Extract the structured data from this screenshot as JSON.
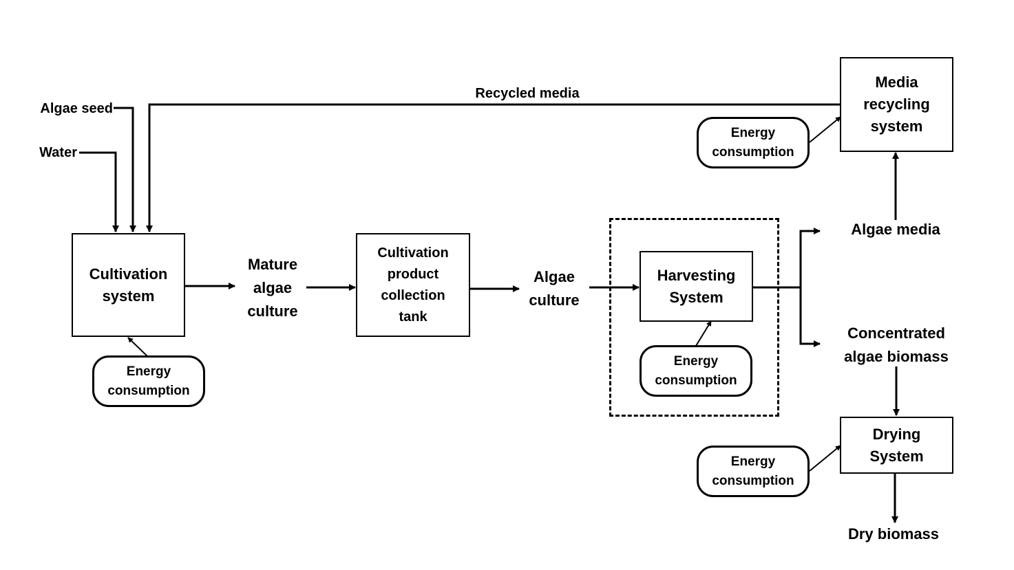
{
  "inputs": {
    "algae_seed": "Algae seed",
    "water": "Water",
    "recycled_media": "Recycled media"
  },
  "processes": {
    "cultivation": "Cultivation\nsystem",
    "collection_tank": "Cultivation\nproduct\ncollection\ntank",
    "harvesting": "Harvesting\nSystem",
    "media_recycling": "Media\nrecycling\nsystem",
    "drying": "Drying\nSystem"
  },
  "streams": {
    "mature_culture": "Mature\nalgae\nculture",
    "algae_culture": "Algae\nculture",
    "algae_media": "Algae media",
    "concentrated_biomass": "Concentrated\nalgae biomass",
    "dry_biomass": "Dry biomass"
  },
  "energy": {
    "label": "Energy\nconsumption"
  },
  "colors": {
    "line": "#000000",
    "background": "#ffffff"
  }
}
